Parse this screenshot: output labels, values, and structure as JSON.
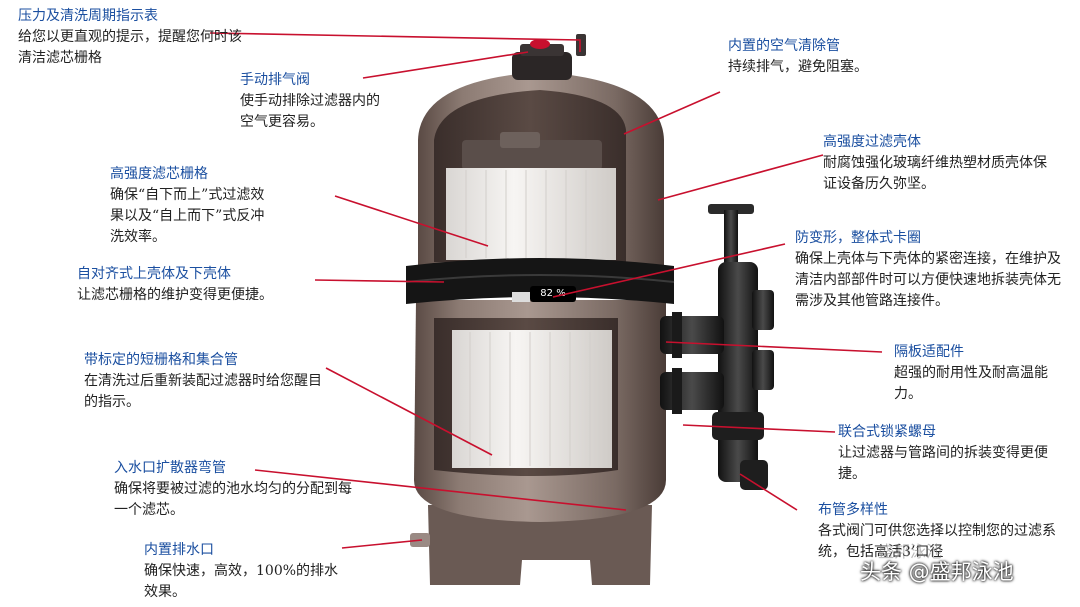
{
  "labels": {
    "gauge": {
      "title": "压力及清洗周期指示表",
      "desc": "给您以更直观的提示，提醒您何时该清洁滤芯栅格"
    },
    "manual_valve": {
      "title": "手动排气阀",
      "desc": "使手动排除过滤器内的空气更容易。"
    },
    "grid": {
      "title": "高强度滤芯栅格",
      "desc": "确保“自下而上”式过滤效果以及“自上而下”式反冲洗效率。"
    },
    "self_align": {
      "title": "自对齐式上壳体及下壳体",
      "desc": "让滤芯栅格的维护变得更便捷。"
    },
    "manifold": {
      "title": "带标定的短栅格和集合管",
      "desc": "在清洗过后重新装配过滤器时给您醒目的指示。"
    },
    "diffuser": {
      "title": "入水口扩散器弯管",
      "desc": "确保将要被过滤的池水均匀的分配到每一个滤芯。"
    },
    "drain": {
      "title": "内置排水口",
      "desc": "确保快速，高效，100%的排水效果。"
    },
    "air_relief": {
      "title": "内置的空气清除管",
      "desc": "持续排气，避免阻塞。"
    },
    "tank": {
      "title": "高强度过滤壳体",
      "desc": "耐腐蚀强化玻璃纤维热塑材质壳体保证设备历久弥坚。"
    },
    "clamp": {
      "title": "防变形，整体式卡圈",
      "desc": "确保上壳体与下壳体的紧密连接，在维护及清洁内部部件时可以方便快速地拆装壳体无需涉及其他管路连接件。"
    },
    "bulkhead": {
      "title": "隔板适配件",
      "desc": "超强的耐用性及耐高温能力。"
    },
    "union": {
      "title": "联合式锁紧螺母",
      "desc": "让过滤器与管路间的拆装变得更便捷。"
    },
    "plumbing": {
      "title": "布管多样性",
      "desc": "各式阀门可供您选择以控制您的过滤系统，包括高活3’口径"
    }
  },
  "gauge_reading": "82 %",
  "watermark": "头条 @盛邦泳池",
  "watermark_faint": "盛邦泳池",
  "colors": {
    "label_title": "#1b4fa0",
    "label_text": "#222222",
    "leader_line": "#c8102e",
    "tank_body": "#8a7a72",
    "clamp": "#1a1a1a",
    "pipe": "#2b2b2b",
    "cartridge": "#f2f0ee"
  }
}
